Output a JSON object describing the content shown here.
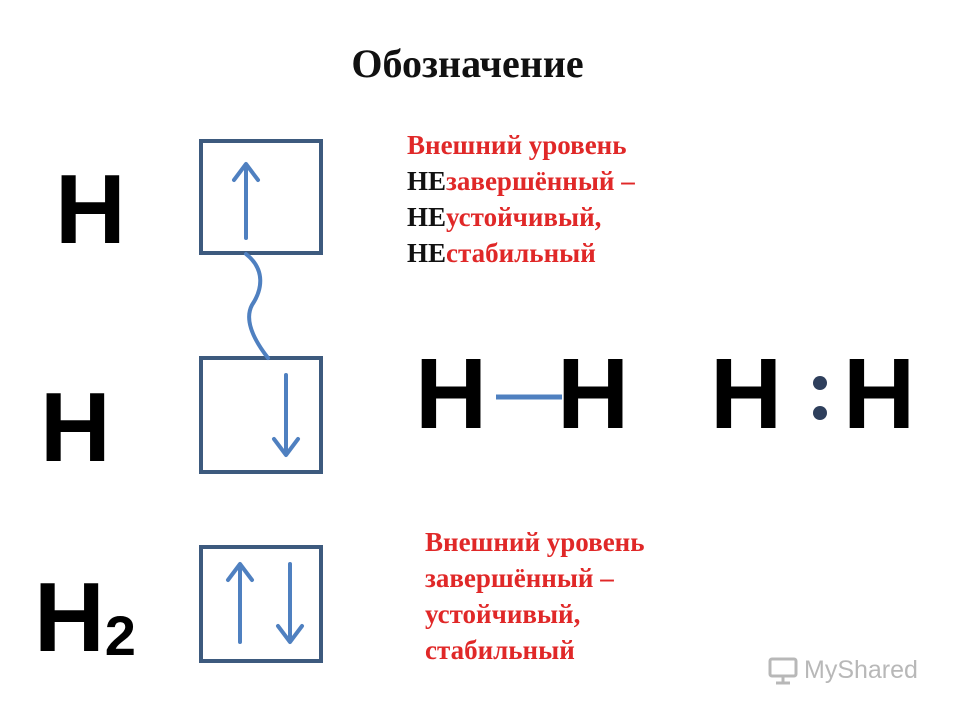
{
  "title": "Обозначение",
  "symbols": {
    "atom1": "H",
    "atom2": "H",
    "molecule_base": "H",
    "molecule_sub": "2"
  },
  "orbitals": {
    "atom1_arrow": "up",
    "atom2_arrow": "down",
    "molecule_arrows": [
      "up",
      "down"
    ]
  },
  "note_top": {
    "line1": "Внешний уровень",
    "line2_prefix": "НЕ",
    "line2_rest": "завершённый –",
    "line3_prefix": "НЕ",
    "line3_rest": "устойчивый,",
    "line4_prefix": "НЕ",
    "line4_rest": "стабильный"
  },
  "note_bottom": {
    "line1": "Внешний уровень",
    "line2": "завершённый –",
    "line3": "устойчивый,",
    "line4": "стабильный"
  },
  "formulas": {
    "bond_formula": [
      "H",
      "H"
    ],
    "electron_formula": [
      "H",
      "H"
    ]
  },
  "colors": {
    "box_border": "#3d5a7e",
    "arrow": "#4f80c0",
    "red_text": "#e02828",
    "bond_line": "#4f80c0",
    "electron_dot": "#2e3f5c"
  },
  "watermark": "MyShared"
}
